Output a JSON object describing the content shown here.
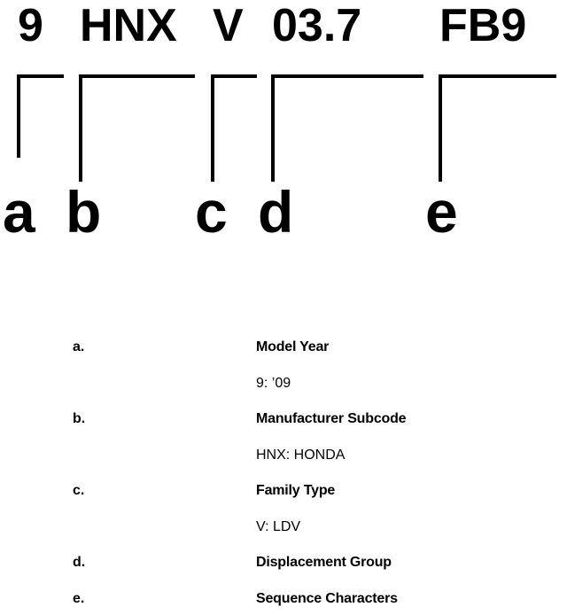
{
  "code": {
    "segments": [
      "9",
      "HNX",
      "V",
      "03.7",
      "FB9"
    ]
  },
  "callouts": [
    "a",
    "b",
    "c",
    "d",
    "e"
  ],
  "legend": [
    {
      "key": "a.",
      "term": "Model Year",
      "value": "9: ’09"
    },
    {
      "key": "b.",
      "term": "Manufacturer Subcode",
      "value": "HNX: HONDA"
    },
    {
      "key": "c.",
      "term": "Family Type",
      "value": "V: LDV"
    },
    {
      "key": "d.",
      "term": "Displacement Group"
    },
    {
      "key": "e.",
      "term": "Sequence Characters"
    }
  ]
}
